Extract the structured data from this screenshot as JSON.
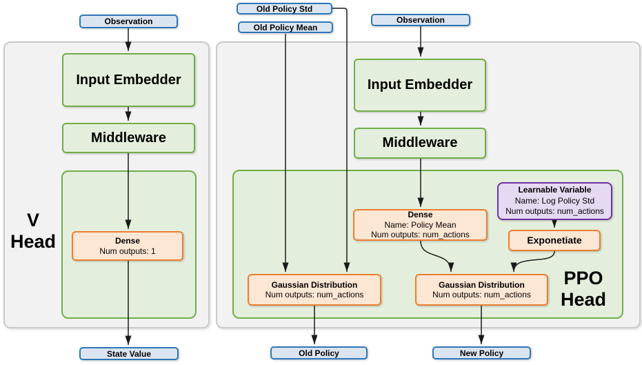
{
  "colors": {
    "panel_fill": "#f2f2f2",
    "panel_border": "#c9c9c9",
    "green_fill": "#e3efdc",
    "green_border": "#70ad47",
    "orange_fill": "#fce6d4",
    "orange_border": "#ed7d31",
    "purple_fill": "#e6d9f2",
    "purple_border": "#7030a0",
    "blue_fill": "#dbe5f1",
    "blue_border": "#2e75b6",
    "arrow": "#1a1a1a",
    "text": "#000000"
  },
  "io_nodes": {
    "observation_left": "Observation",
    "observation_right": "Observation",
    "old_policy_std": "Old Policy Std",
    "old_policy_mean": "Old Policy Mean",
    "state_value": "State Value",
    "old_policy": "Old Policy",
    "new_policy": "New Policy"
  },
  "v_head": {
    "title_line1": "V",
    "title_line2": "Head",
    "input_embedder_label": "Input Embedder",
    "middleware_label": "Middleware",
    "dense": {
      "title": "Dense",
      "num_outputs": "Num outputs: 1"
    }
  },
  "ppo_head": {
    "title_line1": "PPO",
    "title_line2": "Head",
    "input_embedder_label": "Input Embedder",
    "middleware_label": "Middleware",
    "dense": {
      "title": "Dense",
      "name": "Name: Policy Mean",
      "num_outputs": "Num outputs: num_actions"
    },
    "learnable_variable": {
      "title": "Learnable Variable",
      "name": "Name: Log Policy Std",
      "num_outputs": "Num outputs: num_actions"
    },
    "exponetiate_label": "Exponetiate",
    "gaussian_old": {
      "title": "Gaussian Distribution",
      "num_outputs": "Num outputs: num_actions"
    },
    "gaussian_new": {
      "title": "Gaussian Distribution",
      "num_outputs": "Num outputs: num_actions"
    }
  }
}
